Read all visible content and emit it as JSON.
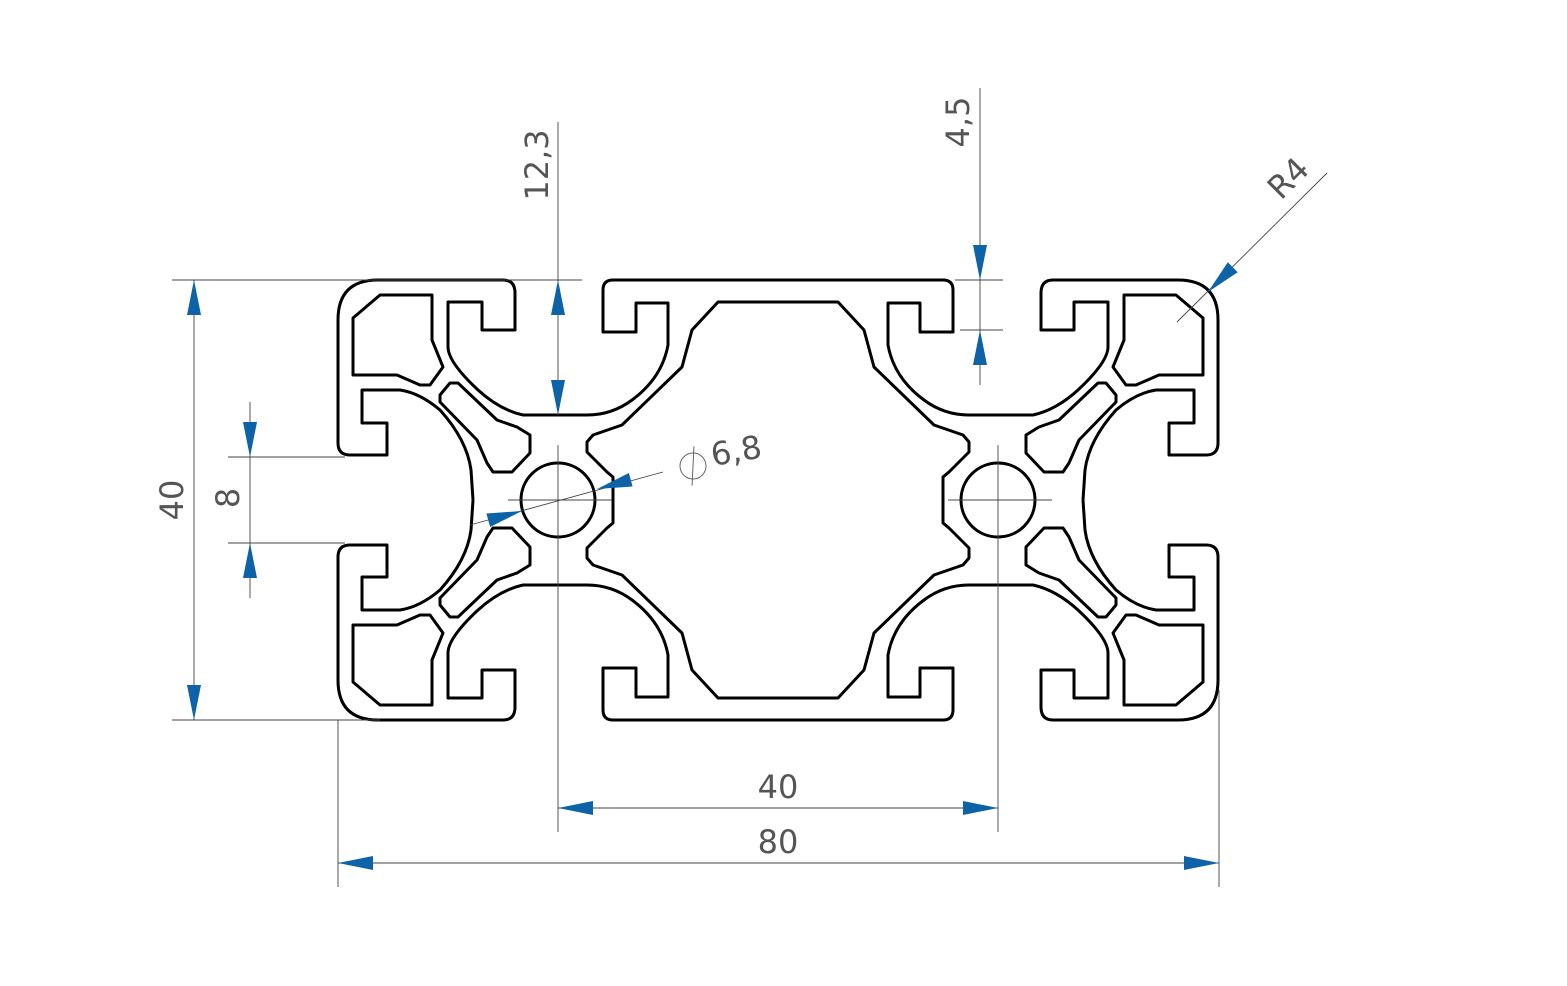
{
  "drawing": {
    "title": "80x40 aluminium extrusion profile cross-section",
    "dimensions": {
      "slot_depth": "12,3",
      "wall_thickness": "4,5",
      "corner_radius": "R4",
      "height": "40",
      "slot_width": "8",
      "core_hole_diameter": "6,8",
      "pitch": "40",
      "width": "80"
    },
    "colors": {
      "profile": "#000000",
      "arrow": "#0d62a8",
      "text": "#555555"
    }
  }
}
